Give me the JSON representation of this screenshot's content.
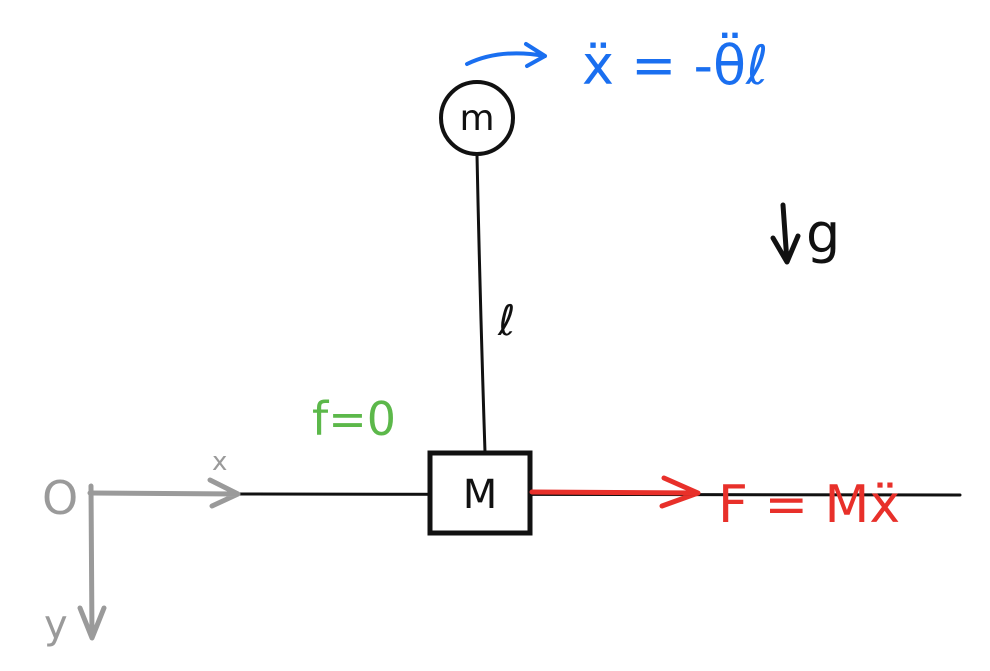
{
  "colors": {
    "ink": "#111111",
    "blue": "#1a6ff0",
    "red": "#e8302a",
    "green": "#5cb84a",
    "gray": "#9a9a9a"
  },
  "labels": {
    "bob_mass": "m",
    "rod_length": "ℓ",
    "cart_mass": "M",
    "gravity": "g",
    "friction": "f=0",
    "force": "F = Mẍ",
    "constraint": "ẍ = -θ̈ℓ",
    "origin": "O",
    "x_axis": "x",
    "y_axis": "y"
  }
}
